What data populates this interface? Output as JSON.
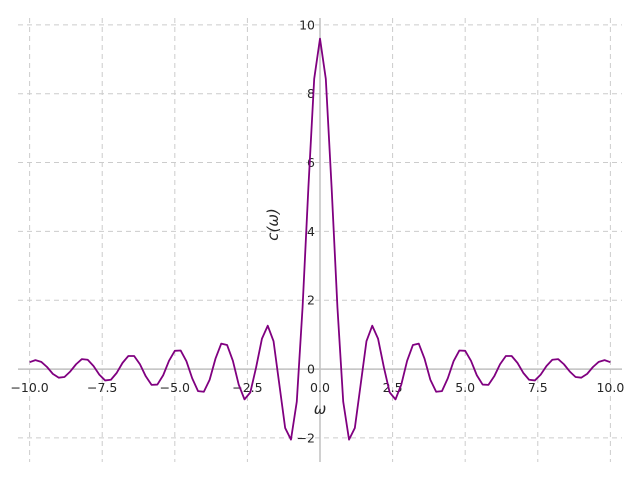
{
  "chart_data": {
    "type": "line",
    "title": "",
    "xlabel": "ω",
    "ylabel": "c(ω)",
    "xlim": [
      -10.4,
      10.4
    ],
    "ylim": [
      -2.7,
      10.2
    ],
    "x_ticks": [
      -10.0,
      -7.5,
      -5.0,
      -2.5,
      0.0,
      2.5,
      5.0,
      7.5,
      10.0
    ],
    "x_tick_labels": [
      "−10.0",
      "−7.5",
      "−5.0",
      "−2.5",
      "0.0",
      "2.5",
      "5.0",
      "7.5",
      "10.0"
    ],
    "y_ticks": [
      -2,
      0,
      2,
      4,
      6,
      8,
      10
    ],
    "y_tick_labels": [
      "−2",
      "0",
      "2",
      "4",
      "6",
      "8",
      "10"
    ],
    "grid": true,
    "spines": "centered at origin",
    "series": [
      {
        "color": "#800080",
        "x": [
          -10.0,
          -9.8,
          -9.6,
          -9.4,
          -9.2,
          -9.0,
          -8.8,
          -8.6,
          -8.4,
          -8.2,
          -8.0,
          -7.8,
          -7.6,
          -7.4,
          -7.2,
          -7.0,
          -6.8,
          -6.6,
          -6.4,
          -6.2,
          -6.0,
          -5.8,
          -5.6,
          -5.4,
          -5.2,
          -5.0,
          -4.8,
          -4.6,
          -4.4,
          -4.2,
          -4.0,
          -3.8,
          -3.6,
          -3.4,
          -3.2,
          -3.0,
          -2.8,
          -2.6,
          -2.4,
          -2.2,
          -2.0,
          -1.8,
          -1.6,
          -1.4,
          -1.2,
          -1.0,
          -0.8,
          -0.6,
          -0.4,
          -0.2,
          0.0,
          0.2,
          0.4,
          0.6,
          0.8,
          1.0,
          1.2,
          1.4,
          1.6,
          1.8,
          2.0,
          2.2,
          2.4,
          2.6,
          2.8,
          3.0,
          3.2,
          3.4,
          3.6,
          3.8,
          4.0,
          4.2,
          4.4,
          4.6,
          4.8,
          5.0,
          5.2,
          5.4,
          5.6,
          5.8,
          6.0,
          6.2,
          6.4,
          6.6,
          6.8,
          7.0,
          7.2,
          7.4,
          7.6,
          7.8,
          8.0,
          8.2,
          8.4,
          8.6,
          8.8,
          9.0,
          9.2,
          9.4,
          9.6,
          9.8,
          10.0
        ],
        "y": [
          0.2,
          0.26,
          0.21,
          0.06,
          -0.14,
          -0.25,
          -0.23,
          -0.07,
          0.14,
          0.29,
          0.27,
          0.09,
          -0.16,
          -0.33,
          -0.31,
          -0.11,
          0.18,
          0.38,
          0.38,
          0.14,
          -0.21,
          -0.46,
          -0.45,
          -0.18,
          0.24,
          0.53,
          0.54,
          0.23,
          -0.27,
          -0.64,
          -0.66,
          -0.31,
          0.3,
          0.74,
          0.7,
          0.24,
          -0.45,
          -0.88,
          -0.68,
          0.05,
          0.88,
          1.26,
          0.81,
          -0.45,
          -1.71,
          -2.05,
          -0.95,
          1.8,
          5.27,
          8.43,
          9.6,
          8.43,
          5.27,
          1.8,
          -0.95,
          -2.05,
          -1.71,
          -0.45,
          0.81,
          1.26,
          0.88,
          0.05,
          -0.68,
          -0.88,
          -0.45,
          0.24,
          0.7,
          0.74,
          0.3,
          -0.31,
          -0.66,
          -0.64,
          -0.27,
          0.23,
          0.54,
          0.53,
          0.24,
          -0.18,
          -0.45,
          -0.46,
          -0.21,
          0.14,
          0.38,
          0.38,
          0.18,
          -0.11,
          -0.31,
          -0.33,
          -0.16,
          0.09,
          0.27,
          0.29,
          0.14,
          -0.07,
          -0.23,
          -0.25,
          -0.14,
          0.06,
          0.21,
          0.26,
          0.2
        ]
      }
    ]
  }
}
